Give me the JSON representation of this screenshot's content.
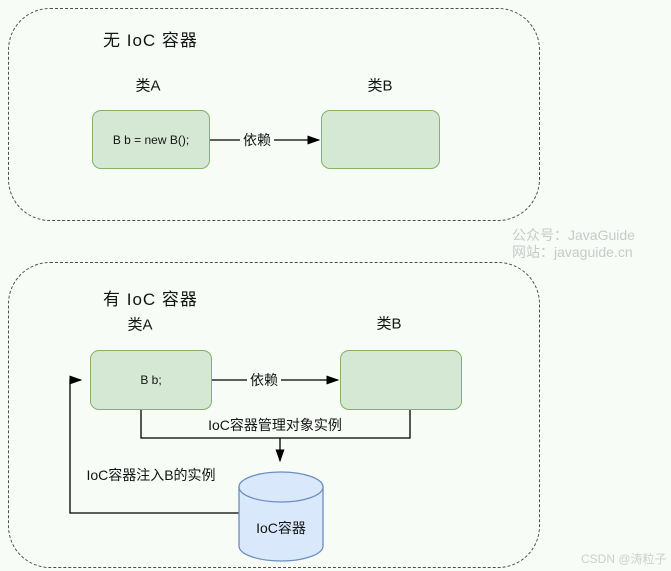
{
  "colors": {
    "background": "#f7fcf7",
    "green_fill": "#d5e8d4",
    "green_border": "#82b366",
    "blue_fill": "#dae8fc",
    "blue_border": "#6c8ebf",
    "dashed_border": "#4d4d4d",
    "line": "#000000",
    "watermark_gray": "#c9c9c9"
  },
  "top_section": {
    "title": "无 IoC 容器",
    "class_a_label": "类A",
    "class_b_label": "类B",
    "class_a_code": "B b = new B();",
    "class_b_code": "",
    "dependency_label": "依赖"
  },
  "bottom_section": {
    "title": "有 IoC 容器",
    "class_a_label": "类A",
    "class_b_label": "类B",
    "class_a_code": "B b;",
    "class_b_code": "",
    "dependency_label": "依赖",
    "manage_label": "IoC容器管理对象实例",
    "inject_label": "IoC容器注入B的实例",
    "container_label": "IoC容器"
  },
  "watermarks": {
    "wechat": "公众号：JavaGuide",
    "site": "网站：javaguide.cn",
    "csdn": "CSDN @涛粒子"
  }
}
